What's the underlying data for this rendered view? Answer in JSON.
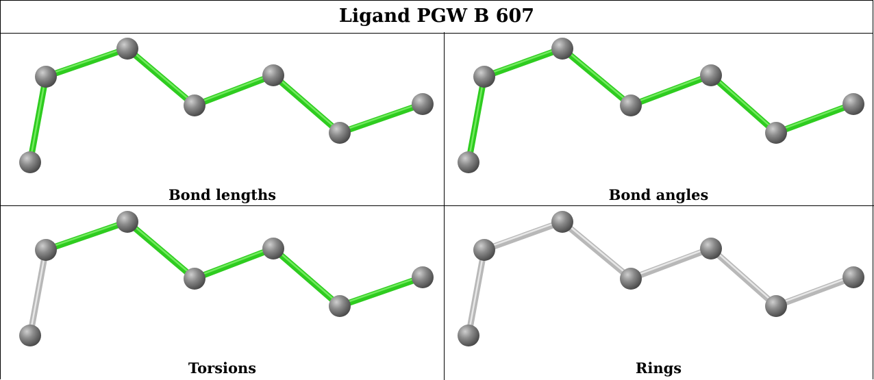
{
  "title": "Ligand PGW B 607",
  "colors": {
    "highlight_bond": "#2ecc1f",
    "highlight_bond_light": "#7ef06a",
    "plain_bond": "#b8b8b8",
    "plain_bond_light": "#f0f0f0",
    "atom": "#6e6e6e"
  },
  "panels": [
    {
      "id": "bond-lengths",
      "label": "Bond lengths",
      "highlighted_bonds": [
        true,
        true,
        true,
        true,
        true,
        true,
        true
      ]
    },
    {
      "id": "bond-angles",
      "label": "Bond angles",
      "highlighted_bonds": [
        true,
        true,
        true,
        true,
        true,
        true,
        true
      ]
    },
    {
      "id": "torsions",
      "label": "Torsions",
      "highlighted_bonds": [
        false,
        true,
        true,
        true,
        true,
        true,
        false
      ]
    },
    {
      "id": "rings",
      "label": "Rings",
      "highlighted_bonds": [
        false,
        false,
        false,
        false,
        false,
        false,
        false
      ]
    }
  ]
}
